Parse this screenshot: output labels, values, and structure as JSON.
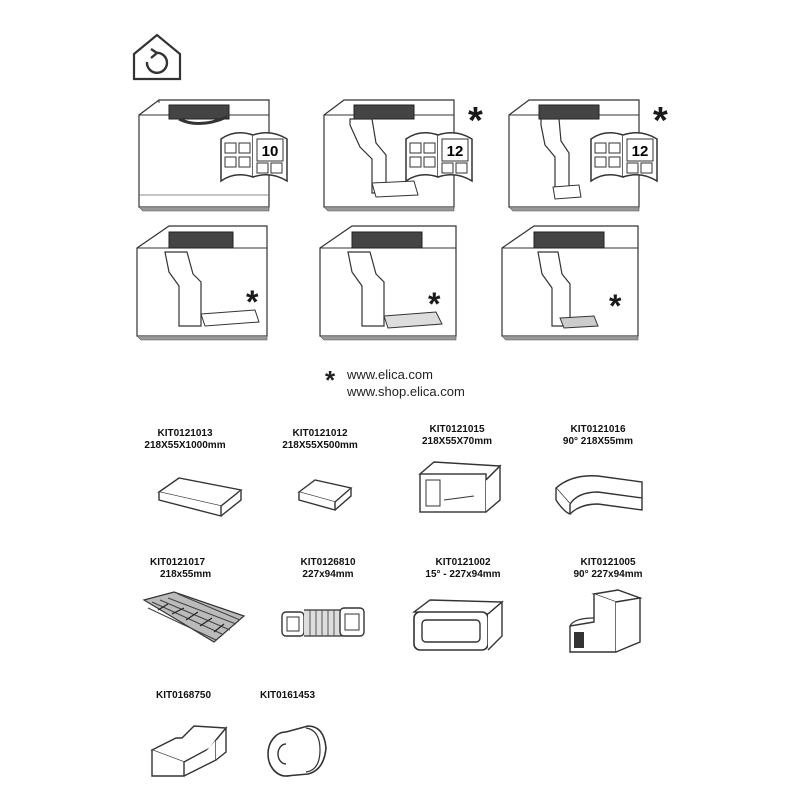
{
  "booklet_refs": [
    "10",
    "12",
    "12"
  ],
  "reference_mark": "*",
  "links": [
    "www.elica.com",
    "www.shop.elica.com"
  ],
  "kits": [
    {
      "code": "KIT0121013",
      "dim": "218X55X1000mm",
      "icon": "straight-duct-long"
    },
    {
      "code": "KIT0121012",
      "dim": "218X55X500mm",
      "icon": "straight-duct-short"
    },
    {
      "code": "KIT0121015",
      "dim": "218X55X70mm",
      "icon": "duct-connector"
    },
    {
      "code": "KIT0121016",
      "dim": "90°  218X55mm",
      "icon": "elbow-90-flat"
    },
    {
      "code": "KIT0121017",
      "dim": "218x55mm",
      "icon": "flexible-duct"
    },
    {
      "code": "KIT0126810",
      "dim": "227x94mm",
      "icon": "flexible-connector"
    },
    {
      "code": "KIT0121002",
      "dim": "15° - 227x94mm",
      "icon": "angled-connector-15"
    },
    {
      "code": "KIT0121005",
      "dim": "90° 227x94mm",
      "icon": "elbow-90-vertical"
    },
    {
      "code": "KIT0168750",
      "dim": "",
      "icon": "transition-adapter"
    },
    {
      "code": "KIT0161453",
      "dim": "",
      "icon": "tape-roll"
    }
  ]
}
